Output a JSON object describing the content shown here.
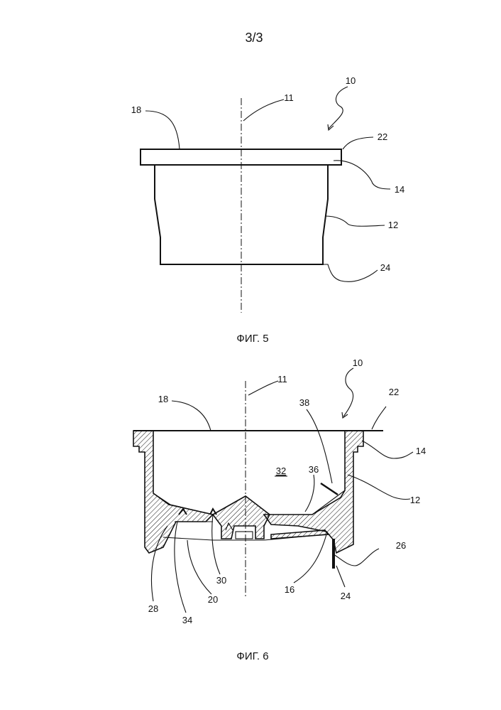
{
  "sheet": {
    "number": "3/3"
  },
  "figure5": {
    "caption": "ФИГ. 5",
    "labels": {
      "ref10": "10",
      "ref11": "11",
      "ref18": "18",
      "ref22": "22",
      "ref14": "14",
      "ref12": "12",
      "ref24": "24"
    }
  },
  "figure6": {
    "caption": "ФИГ. 6",
    "labels": {
      "ref10": "10",
      "ref11": "11",
      "ref18": "18",
      "ref22": "22",
      "ref38": "38",
      "ref32": "32",
      "ref36": "36",
      "ref14": "14",
      "ref12": "12",
      "ref26": "26",
      "ref24": "24",
      "ref16": "16",
      "ref30": "30",
      "ref20": "20",
      "ref28": "28",
      "ref34": "34"
    }
  }
}
